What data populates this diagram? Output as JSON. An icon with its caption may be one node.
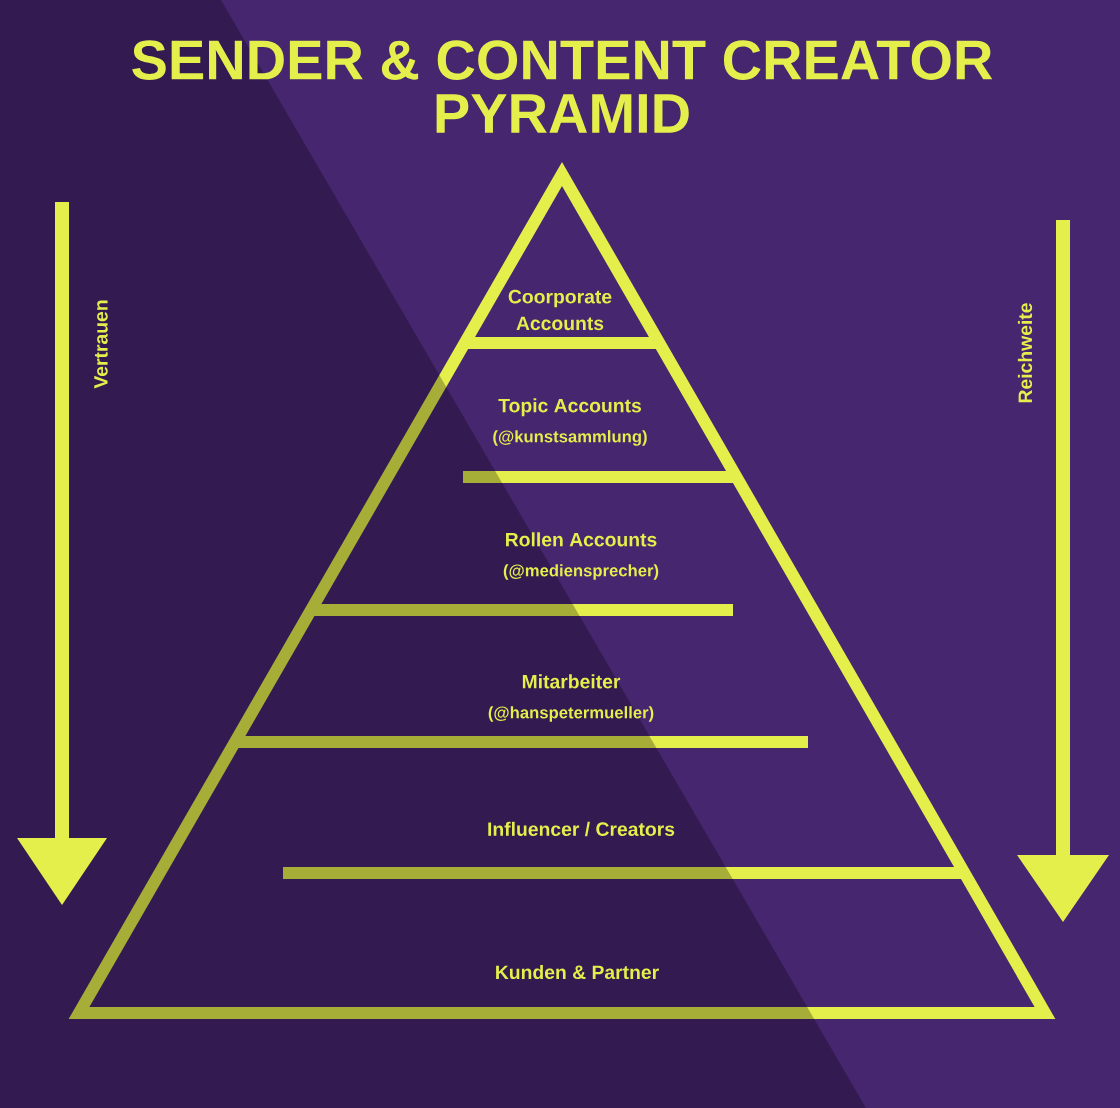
{
  "diagram": {
    "title": "SENDER & CONTENT CREATOR PYRAMID",
    "nodes": [
      {
        "text": [
          "Coorporate Accounts"
        ]
      },
      {
        "text": [
          "Topic Accounts",
          "(@kunstsammlung)"
        ]
      },
      {
        "text": [
          "Rollen Accounts",
          "(@mediensprecher)"
        ]
      },
      {
        "text": [
          "Mitarbeiter",
          "(@hanspetermueller)"
        ]
      },
      {
        "text": [
          "Influencer / Creators"
        ]
      },
      {
        "text": [
          "Kunden & Partner"
        ]
      }
    ],
    "labels": [
      "Vertrauen",
      "Reichweite"
    ]
  }
}
